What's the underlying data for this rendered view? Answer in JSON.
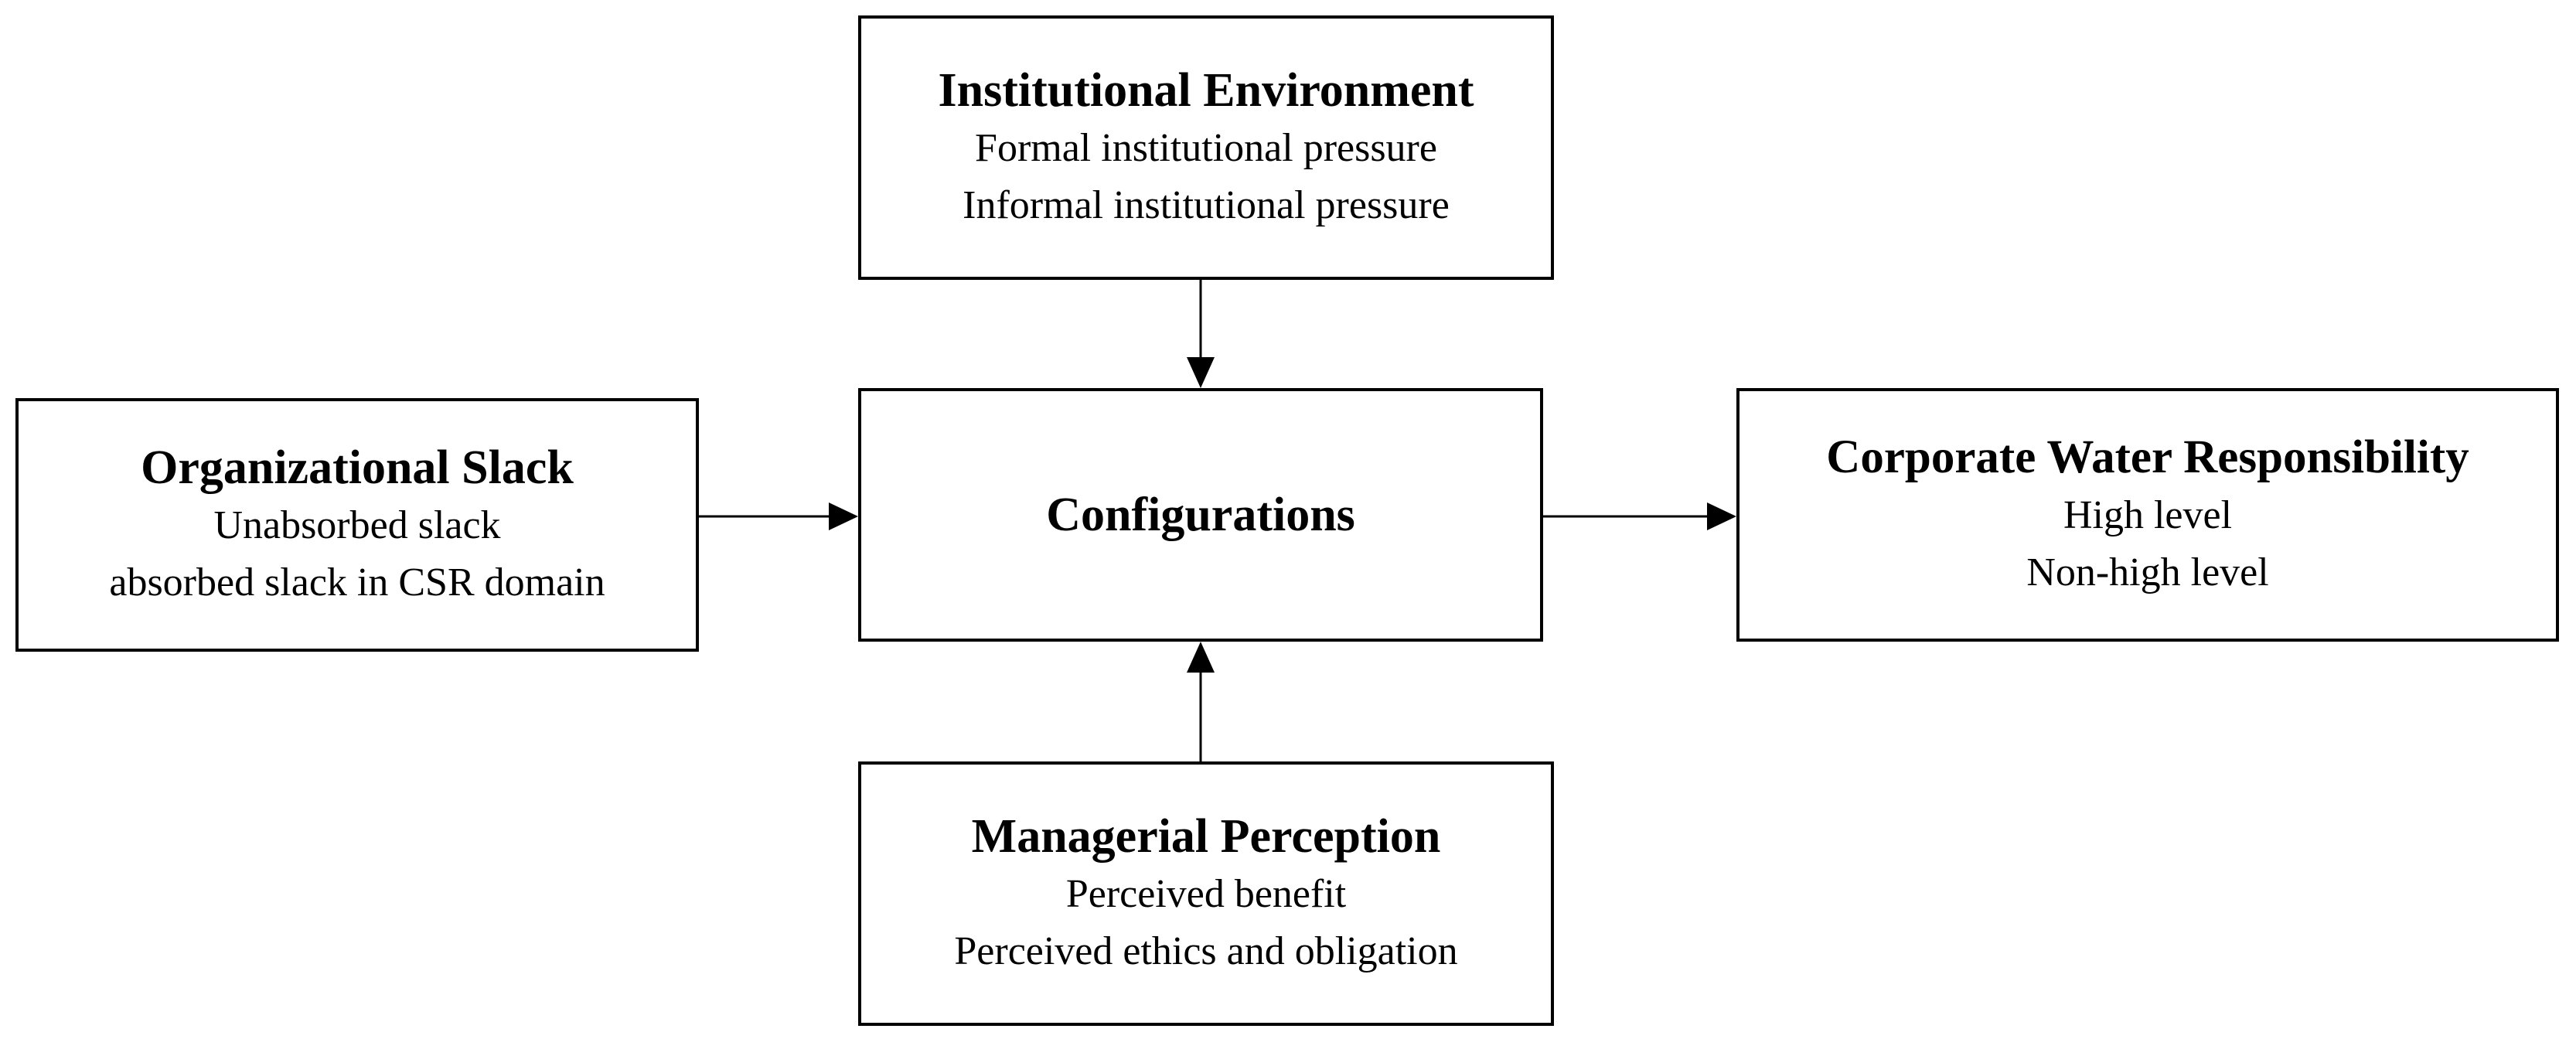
{
  "nodes": {
    "institutional_environment": {
      "title": "Institutional Environment",
      "items": [
        "Formal institutional pressure",
        "Informal institutional pressure"
      ]
    },
    "organizational_slack": {
      "title": "Organizational Slack",
      "items": [
        "Unabsorbed slack",
        "absorbed slack in CSR domain"
      ]
    },
    "configurations": {
      "title": "Configurations"
    },
    "corporate_water_responsibility": {
      "title": "Corporate Water Responsibility",
      "items": [
        "High level",
        "Non-high level"
      ]
    },
    "managerial_perception": {
      "title": "Managerial Perception",
      "items": [
        "Perceived benefit",
        "Perceived ethics and obligation"
      ]
    }
  },
  "edges": [
    {
      "from": "institutional_environment",
      "to": "configurations"
    },
    {
      "from": "organizational_slack",
      "to": "configurations"
    },
    {
      "from": "managerial_perception",
      "to": "configurations"
    },
    {
      "from": "configurations",
      "to": "corporate_water_responsibility"
    }
  ],
  "colors": {
    "stroke": "#000000",
    "background": "#ffffff",
    "text": "#000000"
  }
}
